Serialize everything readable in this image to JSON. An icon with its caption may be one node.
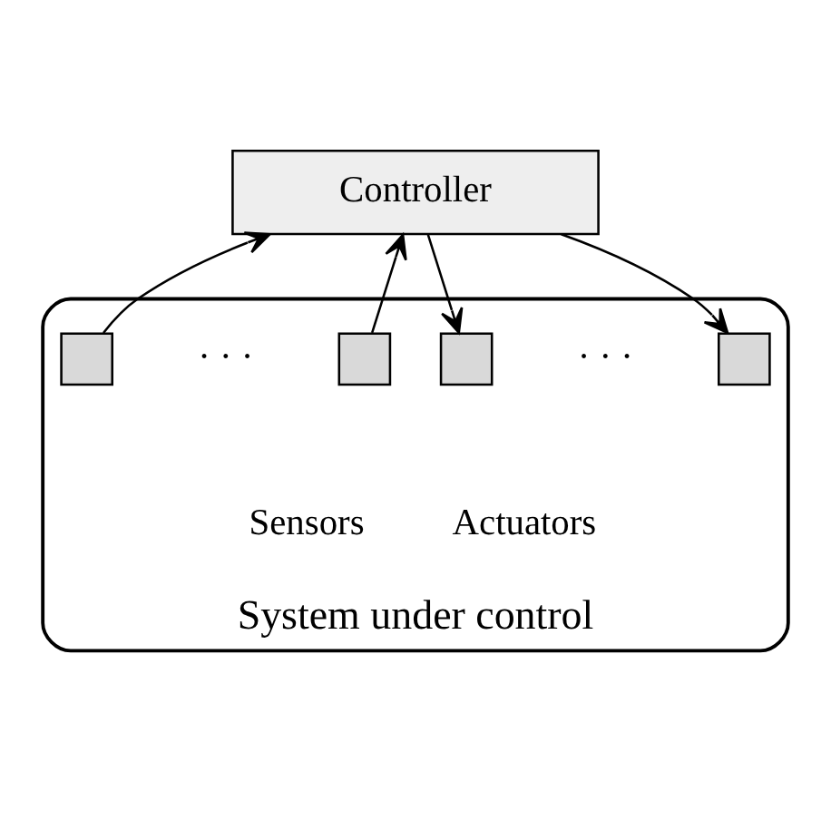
{
  "diagram": {
    "nodes": [
      {
        "text": [
          "Controller"
        ]
      },
      {
        "text": [
          "System under control"
        ]
      },
      {
        "text": [],
        "shape": "box",
        "in": 1
      },
      {
        "text": [],
        "shape": "box",
        "in": 1
      },
      {
        "text": [],
        "shape": "box",
        "in": 1
      },
      {
        "text": [],
        "shape": "box",
        "in": 1
      }
    ],
    "edges": [
      {
        "from": 2,
        "to": 0,
        "arrow": "to"
      },
      {
        "from": 3,
        "to": 0,
        "arrow": "to"
      },
      {
        "from": 0,
        "to": 4,
        "arrow": "to"
      },
      {
        "from": 0,
        "to": 5,
        "arrow": "to"
      }
    ],
    "labels": [
      "· · ·",
      "· · ·",
      "Sensors",
      "Actuators"
    ]
  }
}
